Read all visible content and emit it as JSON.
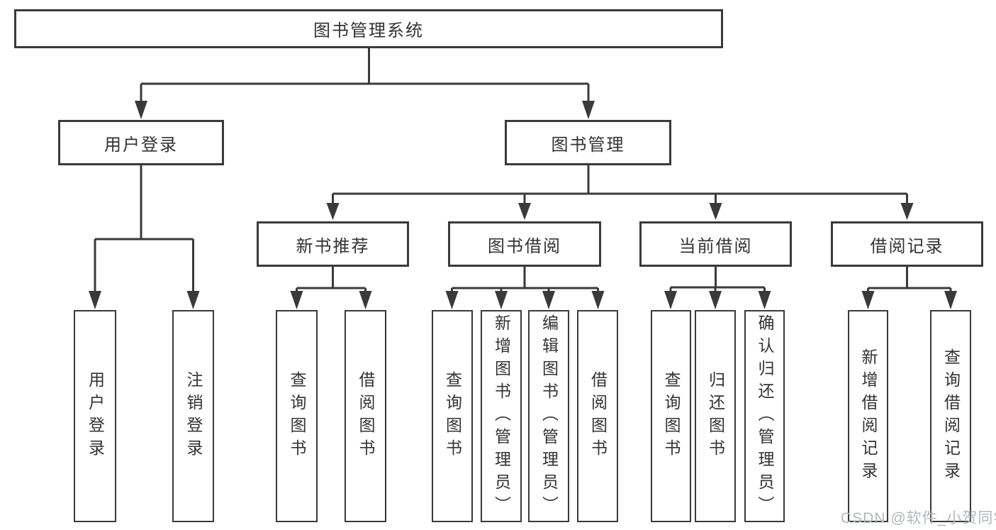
{
  "diagram": {
    "root": "图书管理系统",
    "children": [
      {
        "label": "用户登录",
        "leaves": [
          "用户登录",
          "注销登录"
        ]
      },
      {
        "label": "图书管理",
        "children": [
          {
            "label": "新书推荐",
            "leaves": [
              "查询图书",
              "借阅图书"
            ]
          },
          {
            "label": "图书借阅",
            "leaves": [
              "查询图书",
              "新增图书（管理员）",
              "编辑图书（管理员）",
              "借阅图书"
            ]
          },
          {
            "label": "当前借阅",
            "leaves": [
              "查询图书",
              "归还图书",
              "确认归还（管理员）"
            ]
          },
          {
            "label": "借阅记录",
            "leaves": [
              "新增借阅记录",
              "查询借阅记录"
            ]
          }
        ]
      }
    ]
  },
  "watermark": {
    "text": "CSDN @软件_小贺同学"
  },
  "colors": {
    "line": "#3a3a3a",
    "box_border": "#3a3a3a",
    "text": "#333333",
    "box_background": "#ffffff",
    "background": "#ffffff",
    "watermark": "#b3b7bb"
  }
}
